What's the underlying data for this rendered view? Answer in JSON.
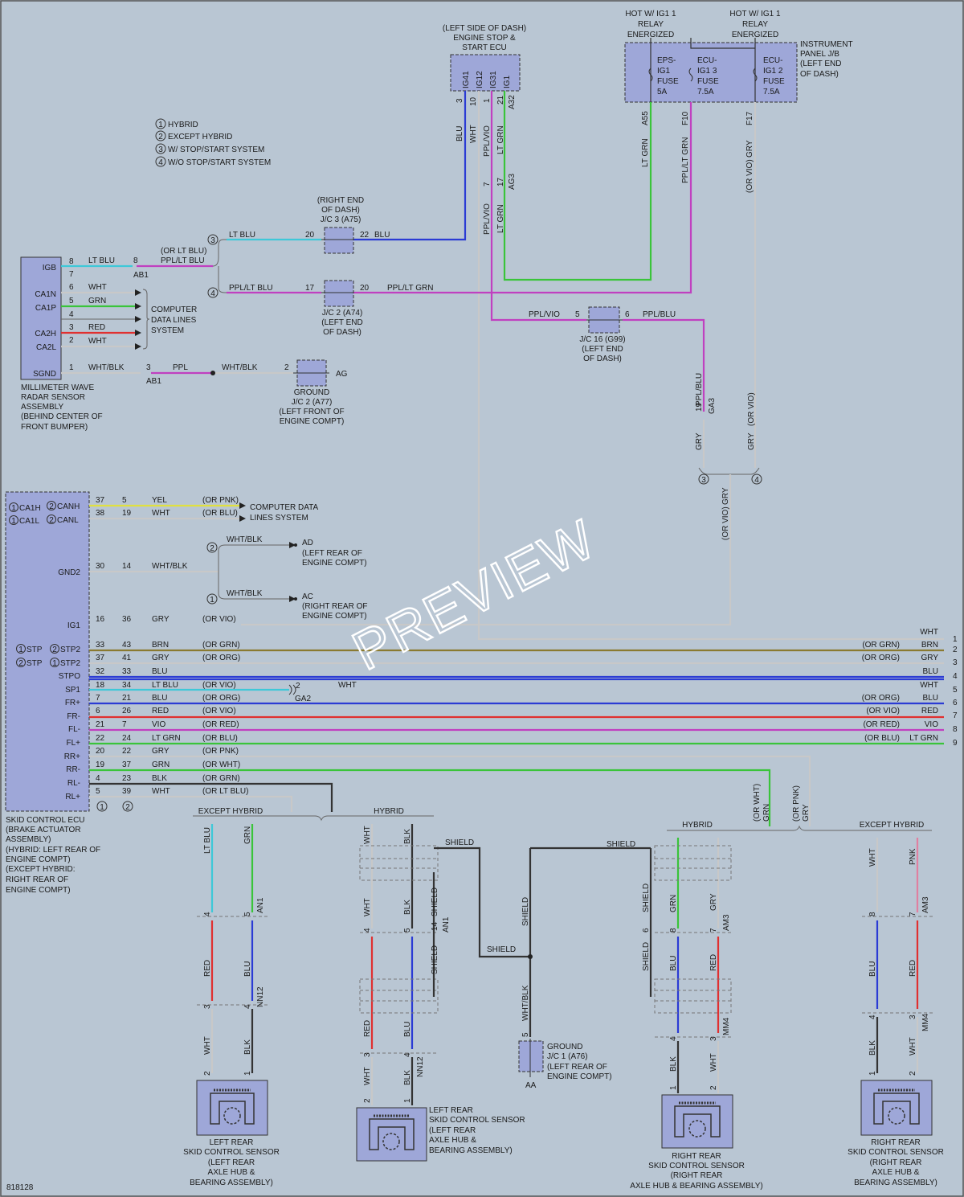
{
  "doc_id": "818128",
  "watermark": "PREVIEW",
  "legend": {
    "num_1": "1",
    "num_2": "2",
    "num_3": "3",
    "num_4": "4",
    "l1": "HYBRID",
    "l2": "EXCEPT HYBRID",
    "l3": "W/ STOP/START SYSTEM",
    "l4": "W/O STOP/START SYSTEM"
  },
  "relays": {
    "r1": [
      "HOT W/ IG1 1",
      "RELAY",
      "ENERGIZED"
    ],
    "r2": [
      "HOT W/ IG1 1",
      "RELAY",
      "ENERGIZED"
    ]
  },
  "instrument_panel": {
    "label": [
      "INSTRUMENT",
      "PANEL J/B",
      "(LEFT END",
      "OF DASH)"
    ],
    "fuse1": [
      "EPS-",
      "IG1",
      "FUSE",
      "5A"
    ],
    "fuse2": [
      "ECU-",
      "IG1 3",
      "FUSE",
      "7.5A"
    ],
    "fuse3": [
      "ECU-",
      "IG1 2",
      "FUSE",
      "7.5A"
    ],
    "pins": [
      "A55",
      "F10",
      "F17"
    ],
    "wires": [
      "LT GRN",
      "PPL/LT GRN",
      "GRY",
      "(OR VIO)"
    ]
  },
  "engine_ecu": {
    "label": [
      "(LEFT SIDE OF DASH)",
      "ENGINE STOP &",
      "START ECU"
    ],
    "terminals": [
      "IG41",
      "IG12",
      "IG31",
      "IG1"
    ],
    "pins": [
      "3",
      "10",
      "1",
      "21",
      "A32"
    ],
    "wires": [
      "BLU",
      "WHT",
      "PPL/VIO",
      "LT GRN"
    ]
  },
  "junctions": {
    "jc3": [
      "(RIGHT END",
      "OF DASH)",
      "J/C 3 (A75)"
    ],
    "jc2": [
      "J/C 2 (A74)",
      "(LEFT END",
      "OF DASH)"
    ],
    "jc16": [
      "J/C 16 (G99)",
      "(LEFT END",
      "OF DASH)"
    ],
    "ground_ag": [
      "GROUND",
      "J/C 2 (A77)",
      "(LEFT FRONT OF",
      "ENGINE COMPT)"
    ],
    "ground_aa": [
      "GROUND",
      "J/C 1 (A76)",
      "(LEFT REAR OF",
      "ENGINE COMPT)"
    ]
  },
  "radar": {
    "terminals": [
      "IGB",
      "CA1N",
      "CA1P",
      "CA2H",
      "CA2L",
      "SGND"
    ],
    "pins": [
      "8",
      "7",
      "6",
      "5",
      "4",
      "3",
      "2",
      "1"
    ],
    "label": [
      "MILLIMETER WAVE",
      "RADAR SENSOR",
      "ASSEMBLY",
      "(BEHIND CENTER OF",
      "FRONT BUMPER)"
    ],
    "computer_lines": [
      "COMPUTER",
      "DATA LINES",
      "SYSTEM"
    ]
  },
  "mid_labels": {
    "lt_blu": "LT BLU",
    "or_lt_blu": "(OR LT BLU)",
    "ppl_lt_blu": "PPL/LT BLU",
    "ab1": "AB1",
    "pin8": "8",
    "pin20": "20",
    "pin22": "22",
    "pin17": "17",
    "pin20b": "20",
    "ppl_lt_grn": "PPL/LT GRN",
    "blu": "BLU",
    "ppl_vio": "PPL/VIO",
    "ppl_blu": "PPL/BLU",
    "pin5": "5",
    "pin6": "6",
    "pin7": "7",
    "pin17b": "17",
    "ag3": "AG3",
    "ppl_vio_v": "PPL/VIO",
    "lt_grn_v": "LT GRN",
    "ppl_blu_v": "PPL/BLU",
    "ga3": "GA3",
    "pin19": "19",
    "gry": "GRY",
    "or_vio": "(OR VIO)",
    "wht": "WHT",
    "grn": "GRN",
    "red": "RED",
    "wht_blk": "WHT/BLK",
    "ppl": "PPL",
    "ab1b": "AB1",
    "ag": "AG",
    "pin2": "2",
    "pin3": "3"
  },
  "skid_ecu": {
    "label": [
      "SKID CONTROL ECU",
      "(BRAKE ACTUATOR",
      "ASSEMBLY)",
      "(HYBRID: LEFT REAR OF",
      "ENGINE COMPT)",
      "(EXCEPT HYBRID:",
      "RIGHT REAR OF",
      "ENGINE COMPT)"
    ],
    "can": [
      "CA1H",
      "CANH",
      "CA1L",
      "CANL"
    ],
    "gnd2": "GND2",
    "ig1": "IG1",
    "stp": [
      "STP",
      "STP2",
      "STP",
      "STP2"
    ],
    "terms": [
      "STPO",
      "SP1",
      "FR+",
      "FR-",
      "FL-",
      "FL+",
      "RR+",
      "RR-",
      "RL-",
      "RL+"
    ],
    "computer_data": [
      "COMPUTER DATA",
      "LINES SYSTEM"
    ],
    "ad": [
      "AD",
      "(LEFT REAR OF",
      "ENGINE COMPT)"
    ],
    "ac": [
      "AC",
      "(RIGHT REAR OF",
      "ENGINE COMPT)"
    ],
    "ga2": "GA2"
  },
  "ecu_rows": [
    {
      "p1": "37",
      "p2": "5",
      "c": "YEL",
      "alt": "(OR PNK)"
    },
    {
      "p1": "38",
      "p2": "19",
      "c": "WHT",
      "alt": "(OR BLU)"
    },
    {
      "p1": "30",
      "p2": "14",
      "c": "WHT/BLK",
      "alt": ""
    },
    {
      "p1": "16",
      "p2": "36",
      "c": "GRY",
      "alt": "(OR VIO)"
    },
    {
      "p1": "33",
      "p2": "43",
      "c": "BRN",
      "alt": "(OR GRN)",
      "ralt": "(OR GRN)",
      "rc": "BRN",
      "n": "2"
    },
    {
      "p1": "37",
      "p2": "41",
      "c": "GRY",
      "alt": "(OR ORG)",
      "ralt": "(OR ORG)",
      "rc": "GRY",
      "n": "3"
    },
    {
      "p1": "32",
      "p2": "33",
      "c": "BLU",
      "alt": "",
      "ralt": "",
      "rc": "BLU",
      "n": "4"
    },
    {
      "p1": "18",
      "p2": "34",
      "c": "LT BLU",
      "alt": "(OR VIO)",
      "ralt": "",
      "rc": "WHT",
      "n": "5"
    },
    {
      "p1": "7",
      "p2": "21",
      "c": "BLU",
      "alt": "(OR ORG)",
      "ralt": "(OR ORG)",
      "rc": "BLU",
      "n": "6"
    },
    {
      "p1": "6",
      "p2": "26",
      "c": "RED",
      "alt": "(OR VIO)",
      "ralt": "(OR VIO)",
      "rc": "RED",
      "n": "7"
    },
    {
      "p1": "21",
      "p2": "7",
      "c": "VIO",
      "alt": "(OR RED)",
      "ralt": "(OR RED)",
      "rc": "VIO",
      "n": "8"
    },
    {
      "p1": "22",
      "p2": "24",
      "c": "LT GRN",
      "alt": "(OR BLU)",
      "ralt": "(OR BLU)",
      "rc": "LT GRN",
      "n": "9"
    },
    {
      "p1": "20",
      "p2": "22",
      "c": "GRY",
      "alt": "(OR PNK)"
    },
    {
      "p1": "19",
      "p2": "37",
      "c": "GRN",
      "alt": "(OR WHT)"
    },
    {
      "p1": "4",
      "p2": "23",
      "c": "BLK",
      "alt": "(OR GRN)"
    },
    {
      "p1": "5",
      "p2": "39",
      "c": "WHT",
      "alt": "(OR LT BLU)"
    }
  ],
  "top_right": {
    "wht": "WHT",
    "n1": "1",
    "sp_wht": "WHT",
    "sp_pin": "2"
  },
  "sensors": {
    "except_hybrid": "EXCEPT HYBRID",
    "hybrid": "HYBRID",
    "shield": "SHIELD",
    "lr1": [
      "LEFT REAR",
      "SKID CONTROL SENSOR",
      "(LEFT REAR",
      "AXLE HUB &",
      "BEARING ASSEMBLY)"
    ],
    "lr2": [
      "LEFT REAR",
      "SKID CONTROL SENSOR",
      "(LEFT REAR",
      "AXLE HUB &",
      "BEARING ASSEMBLY)"
    ],
    "rr1": [
      "RIGHT REAR",
      "SKID CONTROL SENSOR",
      "(RIGHT REAR",
      "AXLE HUB & BEARING ASSEMBLY)"
    ],
    "rr2": [
      "RIGHT REAR",
      "SKID CONTROL SENSOR",
      "(RIGHT REAR",
      "AXLE HUB &",
      "BEARING ASSEMBLY)"
    ],
    "wires": {
      "lt_blu": "LT BLU",
      "grn": "GRN",
      "red": "RED",
      "blu": "BLU",
      "wht": "WHT",
      "blk": "BLK",
      "gry": "GRY",
      "pnk": "PNK",
      "wht_blk": "WHT/BLK",
      "an1": "AN1",
      "nn12": "NN12",
      "am3": "AM3",
      "mm4": "MM4",
      "aa": "AA",
      "or_wht": "(OR WHT)",
      "or_pnk": "(OR PNK)"
    },
    "pins": {
      "p1": "1",
      "p2": "2",
      "p3": "3",
      "p4": "4",
      "p5": "5",
      "p6": "6",
      "p7": "7",
      "p8": "8",
      "p14": "14"
    }
  }
}
